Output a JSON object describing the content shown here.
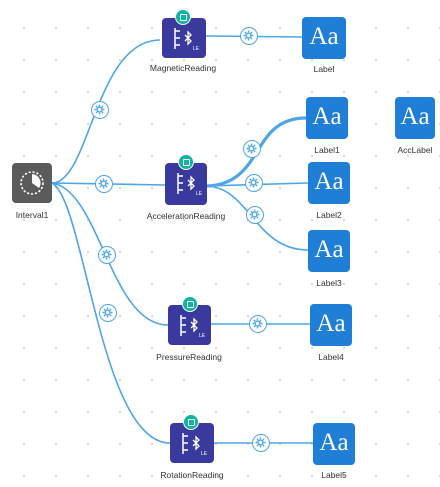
{
  "nodes": {
    "interval": {
      "label": "Interval1",
      "icon": "timer-icon"
    },
    "magnetic": {
      "label": "MagneticReading",
      "icon": "bluetooth-sensor-icon"
    },
    "acceleration": {
      "label": "AccelerationReading",
      "icon": "bluetooth-sensor-icon"
    },
    "pressure": {
      "label": "PressureReading",
      "icon": "bluetooth-sensor-icon"
    },
    "rotation": {
      "label": "RotationReading",
      "icon": "bluetooth-sensor-icon"
    },
    "label": {
      "label": "Label",
      "glyph": "Aa"
    },
    "label1": {
      "label": "Label1",
      "glyph": "Aa"
    },
    "label2": {
      "label": "Label2",
      "glyph": "Aa"
    },
    "label3": {
      "label": "Label3",
      "glyph": "Aa"
    },
    "label4": {
      "label": "Label4",
      "glyph": "Aa"
    },
    "label5": {
      "label": "Label5",
      "glyph": "Aa"
    },
    "acclabel": {
      "label": "AccLabel",
      "glyph": "Aa"
    }
  },
  "colors": {
    "wire": "#4da6e8",
    "sensor": "#3a3a9e",
    "label_tile": "#1f7fd6",
    "timer": "#5b5b5b",
    "badge": "#12b2a5"
  }
}
